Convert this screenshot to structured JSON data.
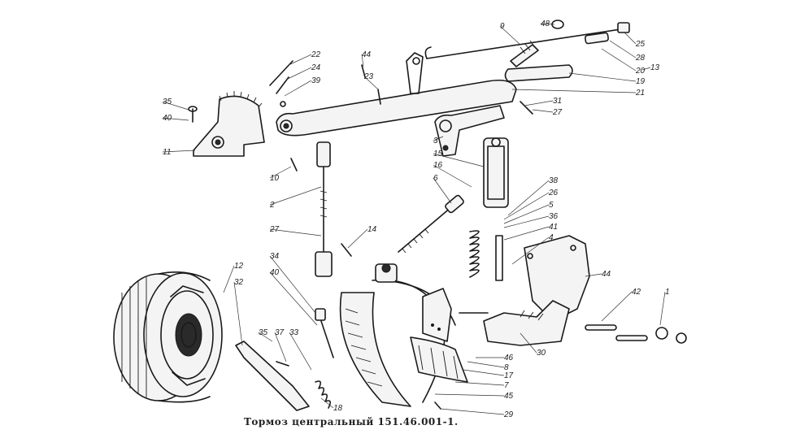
{
  "caption": "Тормоз центральный 151.46.001-1.",
  "labels": [
    "22",
    "24",
    "39",
    "35",
    "40",
    "11",
    "44",
    "23",
    "9",
    "48",
    "25",
    "28",
    "20",
    "13",
    "19",
    "21",
    "27",
    "3",
    "15",
    "16",
    "6",
    "38",
    "26",
    "5",
    "36",
    "41",
    "4",
    "44",
    "31",
    "10",
    "2",
    "27",
    "14",
    "12",
    "32",
    "34",
    "40",
    "35",
    "37",
    "33",
    "18",
    "46",
    "8",
    "17",
    "7",
    "45",
    "29",
    "30",
    "42",
    "1"
  ],
  "colors": {
    "ink": "#1a1a1a",
    "background": "#ffffff"
  }
}
